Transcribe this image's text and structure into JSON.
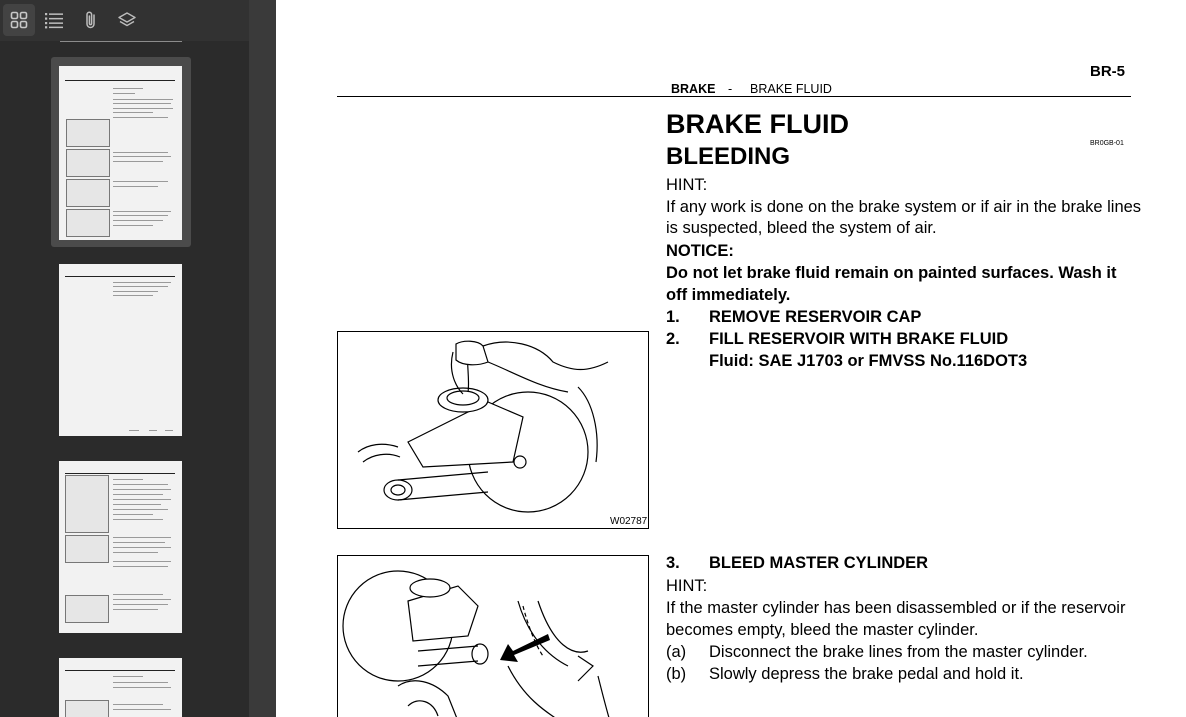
{
  "toolbar": {
    "buttons": [
      {
        "icon": "thumbnails-icon",
        "active": true
      },
      {
        "icon": "outline-list-icon",
        "active": false
      },
      {
        "icon": "attachment-icon",
        "active": false
      },
      {
        "icon": "layers-icon",
        "active": false
      }
    ]
  },
  "document": {
    "page_number": "BR-5",
    "header_section": "BRAKE",
    "header_separator": "-",
    "header_subsection": "BRAKE FLUID",
    "title": "BRAKE FLUID",
    "subtitle": "BLEEDING",
    "doc_code": "BR0GB-01",
    "hint_label_1": "HINT:",
    "hint_text_1_line1": "If any work is done on the brake system or if air in the brake lines",
    "hint_text_1_line2": "is suspected, bleed the system of air.",
    "notice_label": "NOTICE:",
    "notice_line1": "Do not let brake fluid remain on painted surfaces. Wash it",
    "notice_line2": "off immediately.",
    "steps": [
      {
        "num": "1.",
        "text": "REMOVE RESERVOIR CAP"
      },
      {
        "num": "2.",
        "text": "FILL RESERVOIR WITH BRAKE FLUID"
      },
      {
        "num": "3.",
        "text": "BLEED MASTER CYLINDER"
      }
    ],
    "fluid_spec": "Fluid: SAE J1703 or FMVSS No.116DOT3",
    "hint_label_2": "HINT:",
    "hint_text_2_line1": "If the master cylinder has been disassembled or if the reservoir",
    "hint_text_2_line2": "becomes empty, bleed the master cylinder.",
    "substeps": [
      {
        "num": "(a)",
        "text": "Disconnect the brake lines from the master cylinder."
      },
      {
        "num": "(b)",
        "text": "Slowly depress the brake pedal and hold it."
      }
    ],
    "figure1_code": "W02787"
  }
}
